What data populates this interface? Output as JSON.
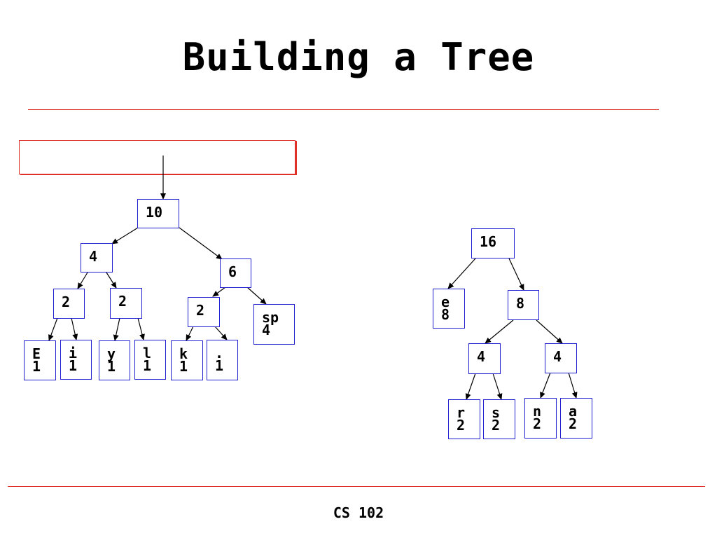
{
  "slide": {
    "title": "Building a Tree",
    "footer": "CS 102"
  },
  "left_tree": {
    "root": "10",
    "n4": "4",
    "n6": "6",
    "n2a": "2",
    "n2b": "2",
    "n2c": "2",
    "sp": {
      "label": "sp",
      "count": "4"
    },
    "E": {
      "label": "E",
      "count": "1"
    },
    "i": {
      "label": "i",
      "count": "1"
    },
    "y": {
      "label": "y",
      "count": "1"
    },
    "l": {
      "label": "l",
      "count": "1"
    },
    "k": {
      "label": "k",
      "count": "1"
    },
    "dot": {
      "label": ".",
      "count": "1"
    }
  },
  "right_tree": {
    "root": "16",
    "e": {
      "label": "e",
      "count": "8"
    },
    "n8": "8",
    "n4a": "4",
    "n4b": "4",
    "r": {
      "label": "r",
      "count": "2"
    },
    "s": {
      "label": "s",
      "count": "2"
    },
    "n": {
      "label": "n",
      "count": "2"
    },
    "a": {
      "label": "a",
      "count": "2"
    }
  },
  "colors": {
    "node_border": "#2020d0",
    "rule": "#e0302a",
    "edge": "#000000"
  }
}
